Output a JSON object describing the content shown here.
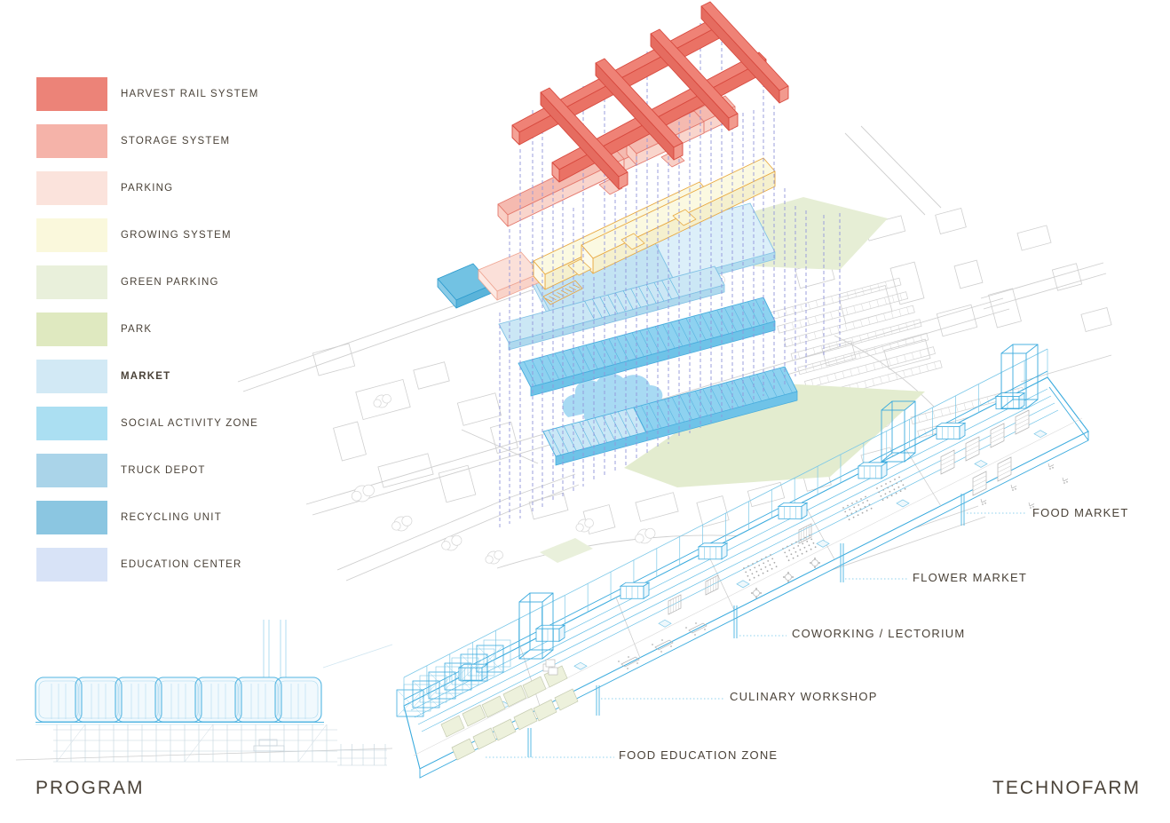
{
  "titles": {
    "program": "PROGRAM",
    "technofarm": "TECHNOFARM"
  },
  "legend": {
    "items": [
      {
        "label": "HARVEST RAIL SYSTEM",
        "color": "#EC8378",
        "emphasis": false
      },
      {
        "label": "STORAGE SYSTEM",
        "color": "#F5B3A9",
        "emphasis": false
      },
      {
        "label": "PARKING",
        "color": "#FBE3DC",
        "emphasis": false
      },
      {
        "label": "GROWING SYSTEM",
        "color": "#FAF8DC",
        "emphasis": false
      },
      {
        "label": "GREEN PARKING",
        "color": "#E9F0DB",
        "emphasis": false
      },
      {
        "label": "PARK",
        "color": "#DFE9C0",
        "emphasis": false
      },
      {
        "label": "MARKET",
        "color": "#D2E9F5",
        "emphasis": true
      },
      {
        "label": "SOCIAL ACTIVITY ZONE",
        "color": "#ABDFF2",
        "emphasis": false
      },
      {
        "label": "TRUCK DEPOT",
        "color": "#AAD4E9",
        "emphasis": false
      },
      {
        "label": "RECYCLING UNIT",
        "color": "#8BC6E1",
        "emphasis": false
      },
      {
        "label": "EDUCATION CENTER",
        "color": "#D8E3F7",
        "emphasis": false
      }
    ]
  },
  "annotations": {
    "food_market": {
      "label": "FOOD MARKET"
    },
    "flower_market": {
      "label": "FLOWER MARKET"
    },
    "coworking": {
      "label": "COWORKING / LECTORIUM"
    },
    "culinary": {
      "label": "CULINARY WORKSHOP"
    },
    "food_education": {
      "label": "FOOD EDUCATION ZONE"
    }
  },
  "colors": {
    "accent_cyan": "#3BABDE",
    "projection_dash": "#9195DB",
    "text": "#4A4238",
    "site_linework": "#CFCFCF",
    "pond": "#A8DAF3",
    "park_green": "#E3ECCF"
  }
}
